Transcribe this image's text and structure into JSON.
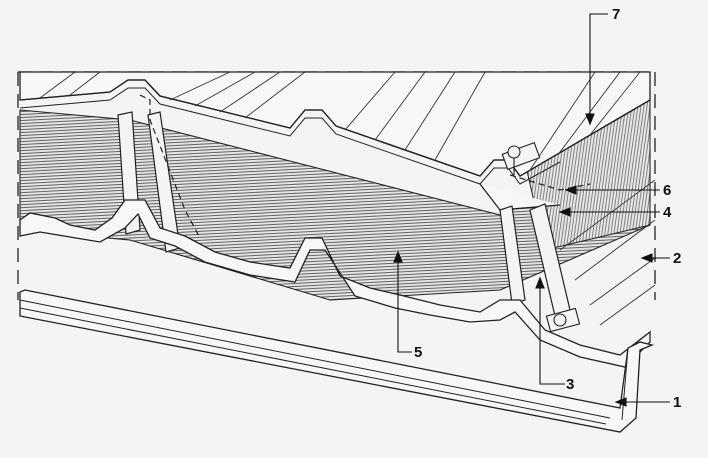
{
  "figure": {
    "description_colors": {
      "background": "#f4f4f4",
      "line": "#222222",
      "insulation_fill": "#d8d8d8",
      "sheet_fill": "#f6f6f6"
    },
    "callouts": [
      {
        "id": "1",
        "label": "1"
      },
      {
        "id": "2",
        "label": "2"
      },
      {
        "id": "3",
        "label": "3"
      },
      {
        "id": "4",
        "label": "4"
      },
      {
        "id": "5",
        "label": "5"
      },
      {
        "id": "6",
        "label": "6"
      },
      {
        "id": "7",
        "label": "7"
      }
    ]
  }
}
